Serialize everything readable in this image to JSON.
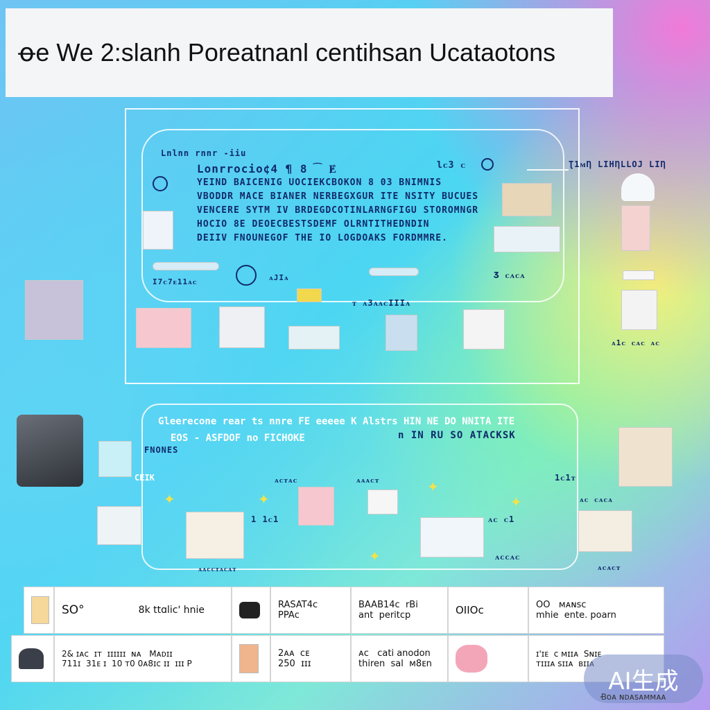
{
  "title": "ꝋe We  2:slanh Poreatnanl centihsan Ucataotons",
  "top_panel": {
    "heading": "Lnlnn rnnr  -iiu",
    "lines": [
      "Lonrrocio¢4 ¶ 8 ͡  Ɇ",
      "YEIND BAICENIG   UOCIEKCBOKON 8 03 BNIMNIS",
      "VBODDR MACE BIANER NERBEGXGUR ITE NSITY BUCUES",
      "VENCERE SYTM IV BRDEGDCOTINLARNGFIGU STOROMNGR",
      "HOCIO  8E  DEOECBESTSDEMF OLRNTITHEDNDIN",
      "DEIIV  FNOUNEGOF THE   IO   LOGDOAKS  FORDMMRE."
    ],
    "labels": {
      "right_top": "lᴄ3 ᴄ",
      "right_link": "Ʈ1ᴍȠ LIHȠLLOJ LIȠ",
      "mid_label_1": "I7ᴄ7ᴇ11ᴀᴄ",
      "mid_label_2": "ᴀJIᴀ",
      "mid_label_3": "Ʒ ᴄᴀᴄᴀ",
      "mid_label_4": "ᴛ ᴀ3ᴀᴀᴄIIIᴀ",
      "right_bottom": "ᴀ1ᴄ ᴄᴀᴄ ᴀᴄ"
    }
  },
  "bottom_panel": {
    "line1": "Gleerecone rear ts nnre FE  eeeee K Alstrs HIN  NE DO  NNITA ITE",
    "line2": "EOS - ASFDOF no FICHOKE",
    "line3": "n  IN  RU SO ATACKSK",
    "line4": "FNONES",
    "labels": {
      "left": "CEIK",
      "mid_1": "ᴀᴄᴛᴀᴄ",
      "mid_2": "ᴀᴀᴀᴄᴛ",
      "mid_3": "1 1ᴄ1",
      "mid_4": "ᴀᴄ ᴄ1",
      "right_1": "1ᴄ1ᴛ",
      "right_2": "ᴀᴄ ᴄᴀᴄᴀ",
      "right_3": "ᴀᴄᴀᴄᴛ",
      "bottom_1": "ᴀᴄᴄᴀᴄ",
      "bottom_2": "ᴀᴀᴄᴄᴛᴀᴄᴀᴛ"
    }
  },
  "table": {
    "row1": [
      {
        "text": "SO°"
      },
      {
        "text": "8k  ttɑlic'  hnie"
      },
      {
        "text": "RASAT4c\nPPAᴄ"
      },
      {
        "text": "BAAB14c  rBi\nant  peritcp"
      },
      {
        "text": "OIIOᴄ"
      },
      {
        "text": "OO   ᴍᴀɴsᴄ\nmhie  ente. poarn"
      }
    ],
    "row2": [
      {
        "text": "2& ɪᴀᴄ  ɪᴛ  ɪɪɪɪɪɪ  ɴᴀ   Mᴀᴅɪɪ\n711ɪ  31ᴇ ɪ  10 ᴛ0 0ᴀ8ɪᴄ ɪɪ  ɪɪɪ P"
      },
      {
        "text": "2ᴀᴀ  ᴄᴇ\n250  ɪɪɪ"
      },
      {
        "text": "ᴀᴄ   cati anodon\nthiren  sal  ᴍ8ᴇn"
      },
      {
        "text": "ɪ'ɪᴇ  ᴄ ᴍɪɪᴀ  Sɴɪᴇ\nᴛɪɪɪᴀ sɪɪᴀ  ʙɪɪᴀ"
      }
    ]
  },
  "badge": {
    "label": "AI生成",
    "sub": "Ꞗoᴀ ɴᴅᴀsᴀᴍᴍᴀᴀ"
  },
  "colors": {
    "text_dark": "#102a6a",
    "panel_border": "#ffffff",
    "title_bg": "#f3f5f7"
  }
}
